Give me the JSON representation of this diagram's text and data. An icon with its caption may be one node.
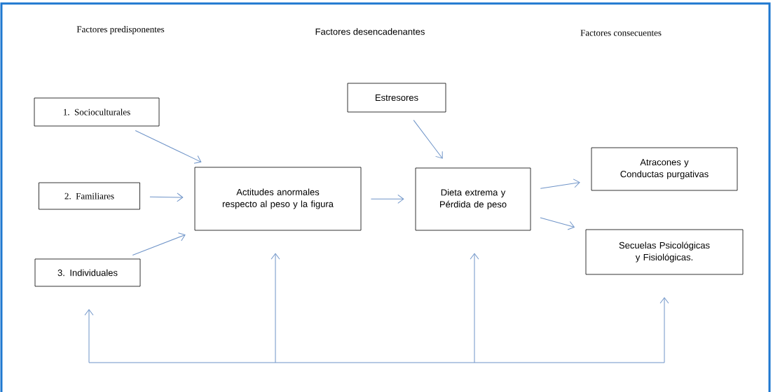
{
  "diagram": {
    "nodes": [
      {
        "text": [
          "1. Socioculturales"
        ]
      },
      {
        "text": [
          "2. Familiares"
        ]
      },
      {
        "text": [
          "3. Individuales"
        ]
      },
      {
        "text": [
          "Actitudes anormales respecto al peso y la figura"
        ]
      },
      {
        "text": [
          "Estresores"
        ]
      },
      {
        "text": [
          "Dieta extrema y Pérdida de peso"
        ]
      },
      {
        "text": [
          "Atracones y Conductas purgativas"
        ]
      },
      {
        "text": [
          "Secuelas Psicológicas y Fisiológicas."
        ]
      }
    ],
    "edges": [
      {
        "from": 0,
        "to": 3,
        "arrow": "to"
      },
      {
        "from": 1,
        "to": 3,
        "arrow": "to"
      },
      {
        "from": 2,
        "to": 3,
        "arrow": "to"
      },
      {
        "from": 3,
        "to": 5,
        "arrow": "to"
      },
      {
        "from": 4,
        "to": 5,
        "arrow": "to"
      },
      {
        "from": 5,
        "to": 6,
        "arrow": "to"
      },
      {
        "from": 5,
        "to": 7,
        "arrow": "to"
      },
      {
        "from": null,
        "to": 2,
        "arrow": "to"
      },
      {
        "from": null,
        "to": 3,
        "arrow": "to"
      },
      {
        "from": null,
        "to": 5,
        "arrow": "to"
      },
      {
        "from": null,
        "to": 7,
        "arrow": "to"
      }
    ],
    "labels": [
      "Factores predisponentes",
      "Factores desencadenantes",
      "Factores consecuentes"
    ]
  }
}
